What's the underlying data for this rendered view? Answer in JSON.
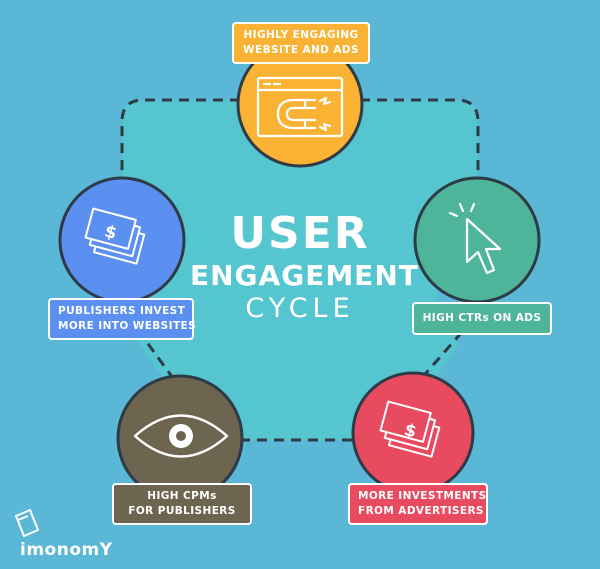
{
  "title": {
    "line1": "USER",
    "line2": "ENGAGEMENT",
    "line3": "CYCLE"
  },
  "nodes": [
    {
      "id": "top",
      "line1": "HIGHLY ENGAGING",
      "line2": "WEBSITE AND ADS",
      "icon": "magnet-browser-icon",
      "color": "#f9b233"
    },
    {
      "id": "right",
      "line1": "HIGH CTRs ON ADS",
      "line2": "",
      "icon": "cursor-arrow-icon",
      "color": "#4fb59a"
    },
    {
      "id": "bottom-right",
      "line1": "MORE INVESTMENTS",
      "line2": "FROM ADVERTISERS",
      "icon": "money-bills-icon",
      "color": "#e84a5f"
    },
    {
      "id": "bottom-left",
      "line1": "HIGH CPMs",
      "line2": "FOR PUBLISHERS",
      "icon": "eye-icon",
      "color": "#6d6550"
    },
    {
      "id": "left",
      "line1": "PUBLISHERS INVEST",
      "line2": "MORE INTO WEBSITES",
      "icon": "money-bills-icon",
      "color": "#5b8ff0"
    }
  ],
  "colors": {
    "background": "#5ab8d6",
    "hexagon_fill": "#55c5cf",
    "dash": "#2e3a46"
  },
  "brand": "imonomY"
}
